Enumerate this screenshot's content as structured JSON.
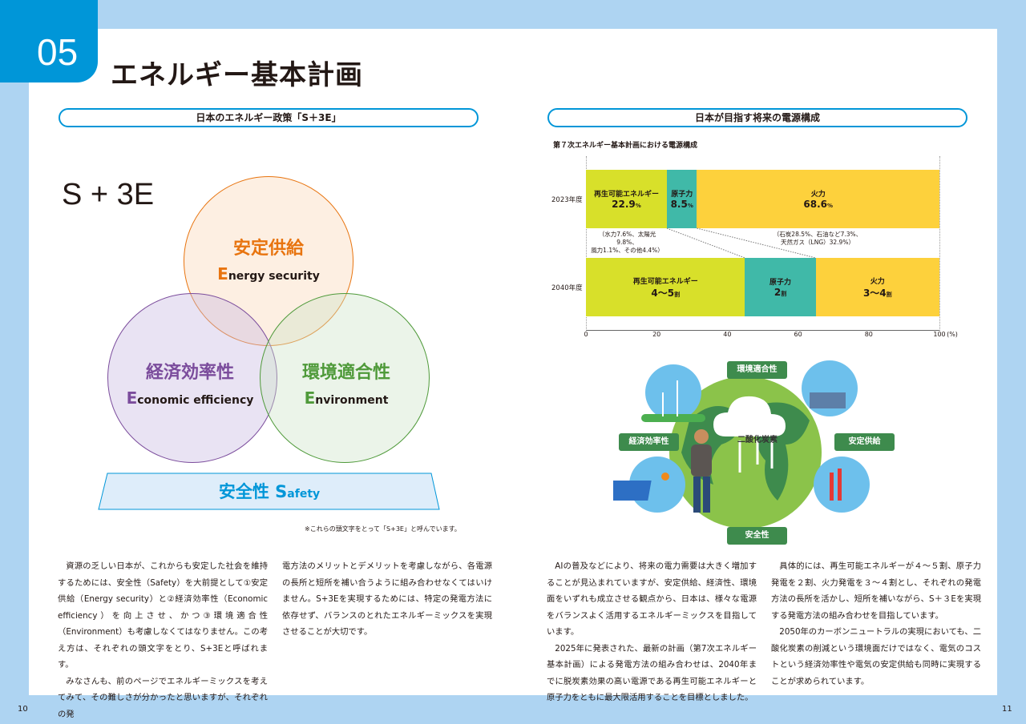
{
  "header": {
    "number": "05",
    "title": "エネルギー基本計画"
  },
  "left": {
    "section_title": "日本のエネルギー政策「S＋3E」",
    "s3e": "S + 3E",
    "circles": [
      {
        "jp": "安定供給",
        "initial": "E",
        "rest": "nergy security",
        "color": "#e8740f"
      },
      {
        "jp": "経済効率性",
        "initial": "E",
        "rest": "conomic efficiency",
        "color": "#7b4c9c"
      },
      {
        "jp": "環境適合性",
        "initial": "E",
        "rest": "nvironment",
        "color": "#4f9a3a"
      }
    ],
    "safety": {
      "jp": "安全性",
      "initial": "S",
      "rest": "afety"
    },
    "note": "※これらの頭文字をとって「S+3E」と呼んでいます。",
    "col1": [
      "資源の乏しい日本が、これからも安定した社会を維持するためには、安全性（Safety）を大前提として①安定供給（Energy security）と②経済効率性（Economic efficiency）を向上させ、かつ③環境適合性（Environment）も考慮しなくてはなりません。この考え方は、それぞれの頭文字をとり、S+3Eと呼ばれます。",
      "みなさんも、前のページでエネルギーミックスを考えてみて、その難しさが分かったと思いますが、それぞれの発"
    ],
    "col2": "電方法のメリットとデメリットを考慮しながら、各電源の長所と短所を補い合うように組み合わせなくてはいけません。S+3Eを実現するためには、特定の発電方法に依存せず、バランスのとれたエネルギーミックスを実現させることが大切です。",
    "page": "10"
  },
  "right": {
    "section_title": "日本が目指す将来の電源構成",
    "chart_data": {
      "type": "bar",
      "title": "第７次エネルギー基本計画における電源構成",
      "xlim": [
        0,
        100
      ],
      "xticks": [
        "0",
        "20",
        "40",
        "60",
        "80",
        "100"
      ],
      "xunit": "(%)",
      "rows": [
        {
          "label": "2023年度",
          "segments": [
            {
              "name": "再生可能エネルギー",
              "value": 22.9,
              "text": "22.9",
              "unit": "%",
              "color": "#d8e02a"
            },
            {
              "name": "原子力",
              "value": 8.5,
              "text": "8.5",
              "unit": "%",
              "color": "#40b9a8"
            },
            {
              "name": "火力",
              "value": 68.6,
              "text": "68.6",
              "unit": "%",
              "color": "#fdd13c"
            }
          ]
        },
        {
          "label": "2040年度",
          "segments": [
            {
              "name": "再生可能エネルギー",
              "value": 45,
              "text": "4〜5",
              "unit": "割",
              "color": "#d8e02a"
            },
            {
              "name": "原子力",
              "value": 20,
              "text": "2",
              "unit": "割",
              "color": "#40b9a8"
            },
            {
              "name": "火力",
              "value": 35,
              "text": "3〜4",
              "unit": "割",
              "color": "#fdd13c"
            }
          ]
        }
      ],
      "notes": [
        "（水力7.6%、太陽光9.8%、",
        "風力1.1%、その他4.4%）",
        "（石炭28.5%、石油など7.3%、",
        "天然ガス（LNG）32.9%）"
      ]
    },
    "illustration": {
      "labels": [
        "環境適合性",
        "経済効率性",
        "安定供給",
        "安全性"
      ],
      "cloud": "二酸化炭素"
    },
    "col3": [
      "AIの普及などにより、将来の電力需要は大きく増加することが見込まれていますが、安定供給、経済性、環境面をいずれも成立させる観点から、日本は、様々な電源をバランスよく活用するエネルギーミックスを目指しています。",
      "2025年に発表された、最新の計画（第7次エネルギー基本計画）による発電方法の組み合わせは、2040年までに脱炭素効果の高い電源である再生可能エネルギーと原子力をともに最大限活用することを目標としました。"
    ],
    "col4": [
      "具体的には、再生可能エネルギーが４〜５割、原子力発電を２割、火力発電を３〜４割とし、それぞれの発電方法の長所を活かし、短所を補いながら、S＋３Eを実現する発電方法の組み合わせを目指しています。",
      "2050年のカーボンニュートラルの実現においても、二酸化炭素の削減という環境面だけではなく、電気のコストという経済効率性や電気の安定供給も同時に実現することが求められています。"
    ],
    "page": "11"
  }
}
